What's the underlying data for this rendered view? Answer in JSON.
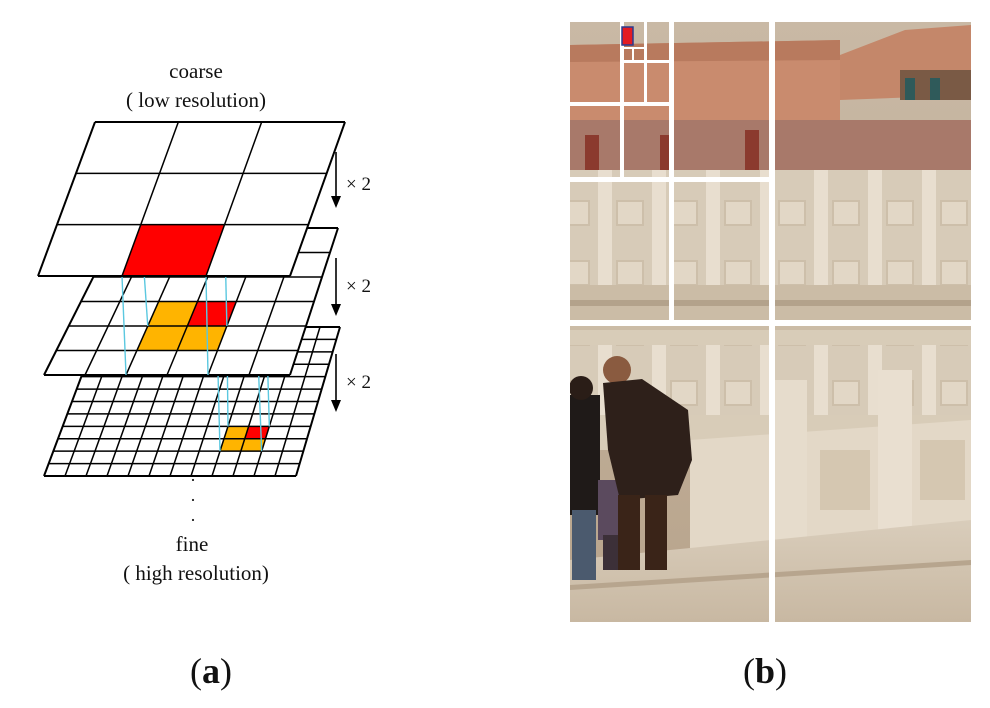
{
  "panel_a": {
    "top_label": "coarse",
    "top_sublabel": "( low resolution)",
    "bottom_label": "fine",
    "bottom_sublabel": "( high resolution)",
    "ellipsis": "·",
    "scale_factors": [
      "× 2",
      "× 2",
      "× 2"
    ],
    "colors": {
      "highlight": "#ff0000",
      "child": "#ffb400",
      "link": "#5bc8e0",
      "grid": "#000000"
    }
  },
  "panel_b": {
    "divider_color": "#ffffff",
    "marker_color": "#e31b23"
  },
  "captions": {
    "a_open": "(",
    "a_letter": "a",
    "a_close": ")",
    "b_open": "(",
    "b_letter": "b",
    "b_close": ")"
  }
}
